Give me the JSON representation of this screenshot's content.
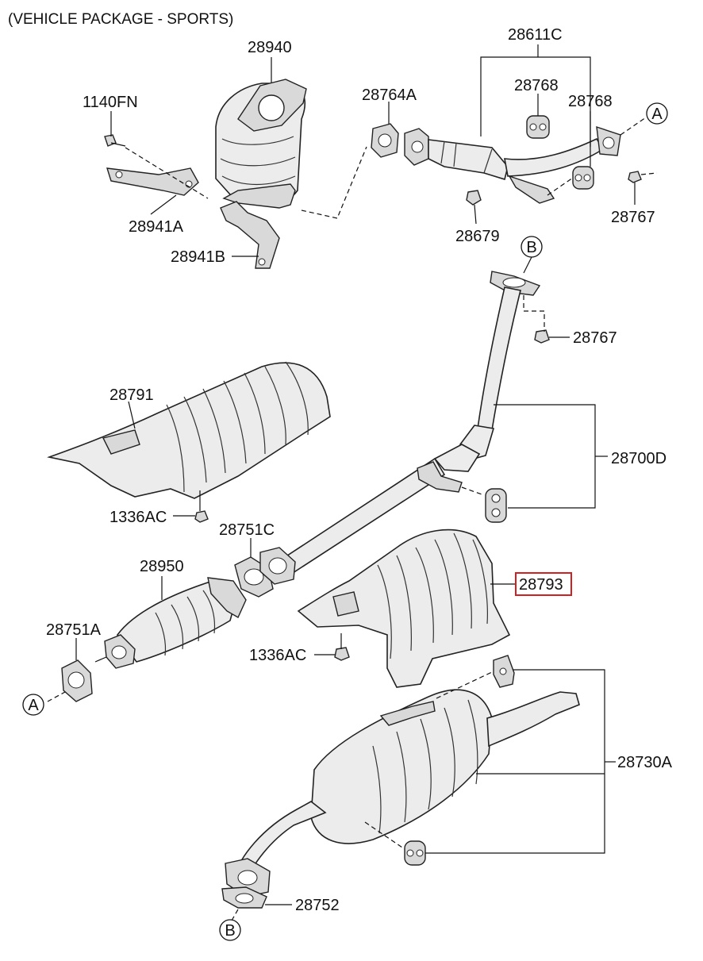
{
  "header": {
    "text": "(VEHICLE PACKAGE - SPORTS)"
  },
  "labels": {
    "p28940": "28940",
    "p1140fn": "1140FN",
    "p28941a": "28941A",
    "p28941b": "28941B",
    "p28764a": "28764A",
    "p28611c": "28611C",
    "p28768_1": "28768",
    "p28768_2": "28768",
    "p28767_1": "28767",
    "p28679": "28679",
    "p28767_2": "28767",
    "p28791": "28791",
    "p28700d": "28700D",
    "p1336ac_1": "1336AC",
    "p28751c": "28751C",
    "p28950": "28950",
    "p28793": "28793",
    "p28751a": "28751A",
    "p1336ac_2": "1336AC",
    "p28730a": "28730A",
    "p28752": "28752"
  },
  "callouts": {
    "a1": "A",
    "a2": "A",
    "b1": "B",
    "b2": "B"
  },
  "highlight": {
    "part": "28793",
    "color": "#d21f1f"
  }
}
